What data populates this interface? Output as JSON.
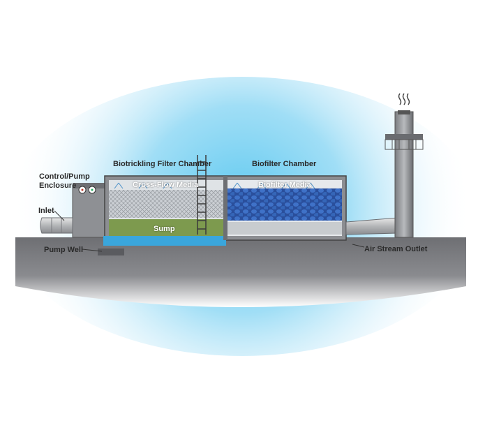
{
  "labels": {
    "control_pump_enclosure_line1": "Control/Pump",
    "control_pump_enclosure_line2": "Enclosure",
    "inlet": "Inlet",
    "pump_well": "Pump Well",
    "biotrickling_filter_chamber": "Biotrickling Filter Chamber",
    "biofilter_chamber": "Biofilter Chamber",
    "cross_flow_media": "Cross-Flow Media",
    "biofilter_media": "Biofilter Media",
    "sump": "Sump",
    "air_stream_outlet": "Air Stream Outlet"
  },
  "colors": {
    "sky_glow": "#5cc8f0",
    "ground": "#6e6f73",
    "structure": "#8c8e92",
    "water": "#3aa6dc",
    "biofilter_media": "#2f5fb0",
    "sump_fill": "#6f8a4a"
  }
}
